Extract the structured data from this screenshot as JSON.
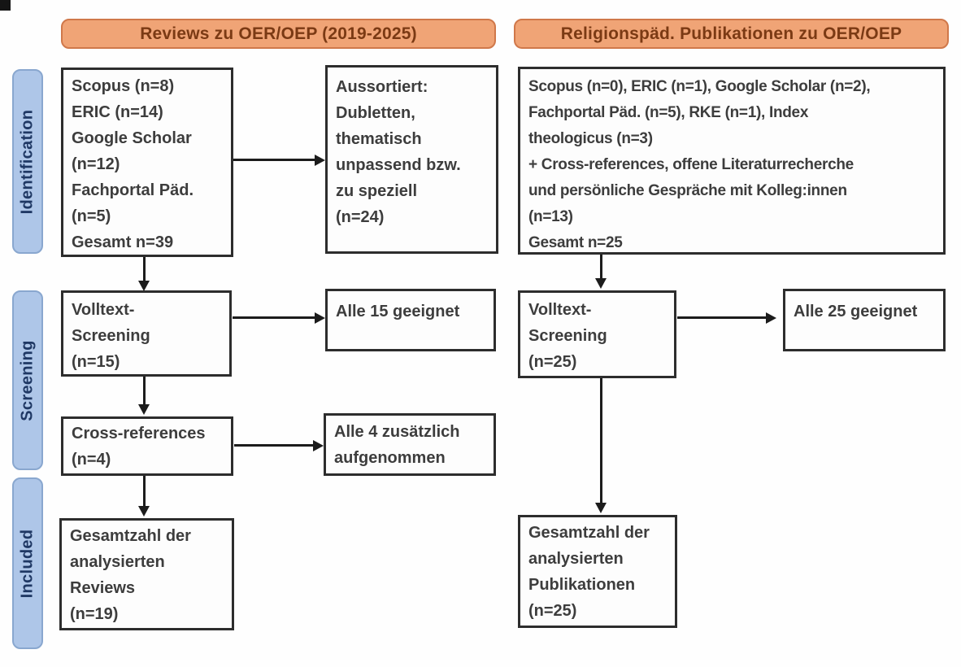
{
  "headers": {
    "left": "Reviews zu OER/OEP (2019-2025)",
    "right": "Religionspäd. Publikationen zu OER/OEP"
  },
  "stages": {
    "identification": "Identification",
    "screening": "Screening",
    "included": "Included"
  },
  "boxes": {
    "id_left": [
      "Scopus (n=8)",
      "ERIC (n=14)",
      "Google Scholar",
      "(n=12)",
      "Fachportal Päd.",
      "(n=5)",
      "Gesamt n=39"
    ],
    "id_left_out": [
      "Aussortiert:",
      "Dubletten,",
      "thematisch",
      "unpassend bzw.",
      "zu speziell",
      "(n=24)"
    ],
    "id_right": [
      "Scopus (n=0), ERIC (n=1), Google Scholar (n=2),",
      "Fachportal Päd. (n=5), RKE (n=1), Index",
      "theologicus (n=3)",
      "+ Cross-references, offene Literaturrecherche",
      "und persönliche Gespräche mit Kolleg:innen",
      "(n=13)",
      "Gesamt n=25"
    ],
    "screening_left": [
      "Volltext-",
      "Screening",
      "(n=15)"
    ],
    "screening_left_out": [
      "Alle 15 geeignet"
    ],
    "cross_references": [
      "Cross-references",
      "(n=4)"
    ],
    "cross_references_out": [
      "Alle 4 zusätzlich",
      "aufgenommen"
    ],
    "screening_right": [
      "Volltext-",
      "Screening",
      "(n=25)"
    ],
    "screening_right_out": [
      "Alle 25 geeignet"
    ],
    "included_left": [
      "Gesamtzahl der",
      "analysierten",
      "Reviews",
      "(n=19)"
    ],
    "included_right": [
      "Gesamtzahl der",
      "analysierten",
      "Publikationen",
      "(n=25)"
    ]
  },
  "colors": {
    "header_fill": "#f0a476",
    "header_border": "#d0784a",
    "header_text": "#7b3a14",
    "stage_fill": "#aec6e8",
    "stage_border": "#89a7cf",
    "stage_text": "#1f3864",
    "box_border": "#2d2d2d",
    "box_text": "#3d3d3d",
    "arrow": "#1c1c1c"
  }
}
